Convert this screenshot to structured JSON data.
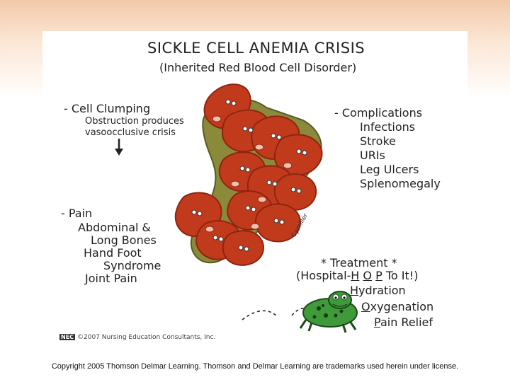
{
  "slide": {
    "title": "SICKLE CELL ANEMIA CRISIS",
    "subtitle": "(Inherited Red Blood Cell Disorder)",
    "clumping": {
      "heading": "- Cell Clumping",
      "line1": "Obstruction produces",
      "line2": "vasoocclusive crisis"
    },
    "complications": {
      "heading": "- Complications",
      "items": [
        "Infections",
        "Stroke",
        "URIs",
        "Leg Ulcers",
        "Splenomegaly"
      ]
    },
    "pain": {
      "heading": "- Pain",
      "lines": [
        "Abdominal &",
        "Long Bones",
        "Hand Foot",
        "Syndrome",
        "Joint Pain"
      ]
    },
    "treatment": {
      "heading": "* Treatment *",
      "hop_open": "(Hospital-",
      "hop_h": "H",
      "hop_o": "O",
      "hop_p": "P",
      "hop_close": "To It!)",
      "steps": [
        {
          "letter": "H",
          "rest": "ydration"
        },
        {
          "letter": "O",
          "rest": "xygenation"
        },
        {
          "letter": "P",
          "rest": "ain Relief"
        }
      ]
    },
    "signature": "Cymiller",
    "credit_mark": "NEC",
    "credit": "©2007 Nursing Education Consultants, Inc."
  },
  "copyright": "Copyright 2005 Thomson Delmar Learning. Thomson and Delmar Learning are trademarks used herein under license.",
  "colors": {
    "cell_red": "#c23a1c",
    "cell_dark": "#8f2410",
    "vessel_green": "#8a8a3a",
    "frog_green": "#3f9a3a"
  }
}
